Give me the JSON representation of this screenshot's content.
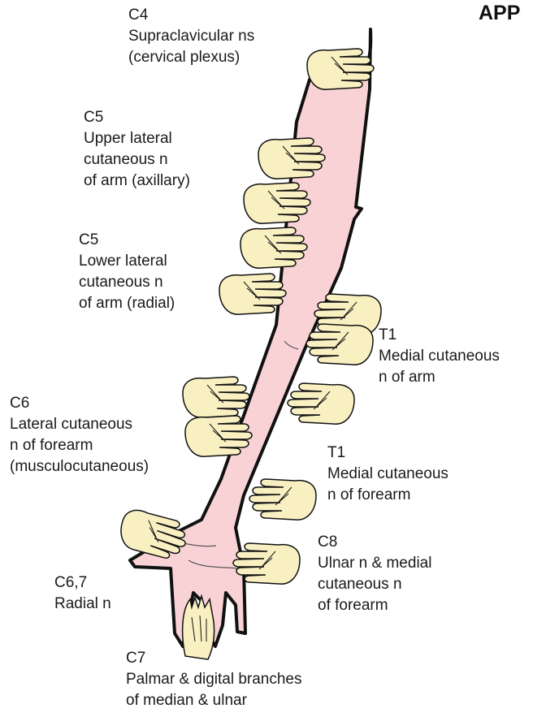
{
  "title": "APP",
  "colors": {
    "skin": "#f9d2d6",
    "hand": "#f9f0c2",
    "outline": "#111111"
  },
  "labels": {
    "c4": {
      "level": "C4",
      "line1": "Supraclavicular ns",
      "line2": "(cervical plexus)"
    },
    "c5_upper": {
      "level": "C5",
      "line1": "Upper lateral",
      "line2": "cutaneous n",
      "line3": "of arm (axillary)"
    },
    "c5_lower": {
      "level": "C5",
      "line1": "Lower lateral",
      "line2": "cutaneous n",
      "line3": "of arm (radial)"
    },
    "t1_arm": {
      "level": "T1",
      "line1": "Medial cutaneous",
      "line2": "n of arm"
    },
    "c6": {
      "level": "C6",
      "line1": "Lateral cutaneous",
      "line2": "n of forearm",
      "line3": "(musculocutaneous)"
    },
    "t1_forearm": {
      "level": "T1",
      "line1": "Medial cutaneous",
      "line2": "n of forearm"
    },
    "c8": {
      "level": "C8",
      "line1": "Ulnar n & medial",
      "line2": "cutaneous n",
      "line3": "of forearm"
    },
    "c67": {
      "level": "C6,7",
      "line1": "Radial n"
    },
    "c7": {
      "level": "C7",
      "line1": "Palmar & digital branches",
      "line2": "of median & ulnar"
    }
  }
}
